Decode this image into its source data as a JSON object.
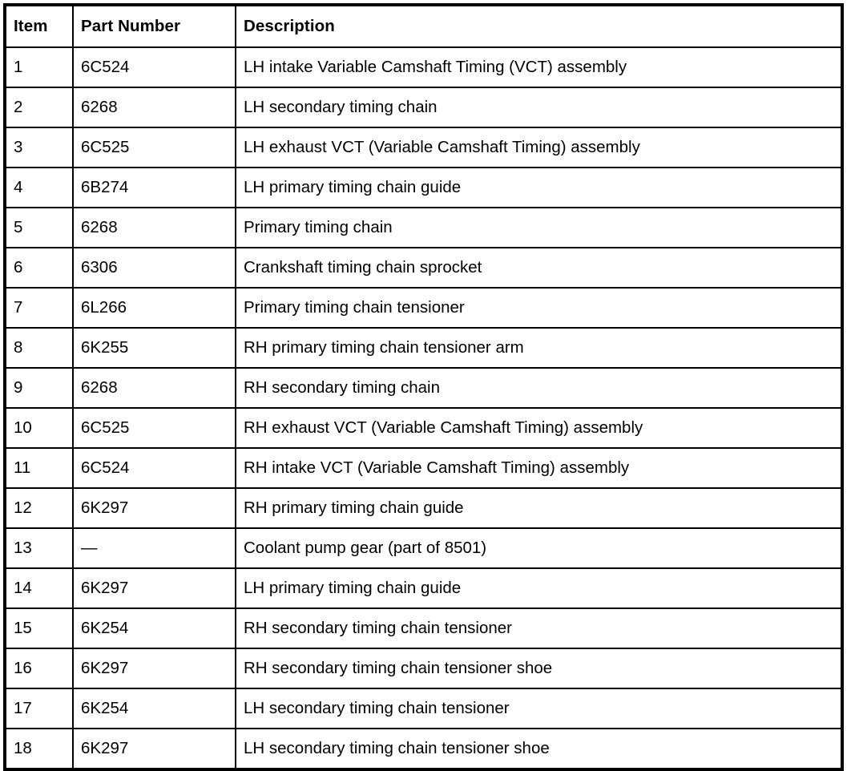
{
  "table": {
    "columns": [
      {
        "key": "item",
        "label": "Item"
      },
      {
        "key": "part_number",
        "label": "Part Number"
      },
      {
        "key": "description",
        "label": "Description"
      }
    ],
    "rows": [
      {
        "item": "1",
        "part_number": "6C524",
        "description": "LH intake Variable Camshaft Timing (VCT) assembly"
      },
      {
        "item": "2",
        "part_number": "6268",
        "description": "LH secondary timing chain"
      },
      {
        "item": "3",
        "part_number": "6C525",
        "description": "LH exhaust VCT (Variable Camshaft Timing) assembly"
      },
      {
        "item": "4",
        "part_number": "6B274",
        "description": "LH primary timing chain guide"
      },
      {
        "item": "5",
        "part_number": "6268",
        "description": "Primary timing chain"
      },
      {
        "item": "6",
        "part_number": "6306",
        "description": "Crankshaft timing chain sprocket"
      },
      {
        "item": "7",
        "part_number": "6L266",
        "description": "Primary timing chain tensioner"
      },
      {
        "item": "8",
        "part_number": "6K255",
        "description": "RH primary timing chain tensioner arm"
      },
      {
        "item": "9",
        "part_number": "6268",
        "description": "RH secondary timing chain"
      },
      {
        "item": "10",
        "part_number": "6C525",
        "description": "RH exhaust VCT (Variable Camshaft Timing) assembly"
      },
      {
        "item": "11",
        "part_number": "6C524",
        "description": "RH intake VCT (Variable Camshaft Timing) assembly"
      },
      {
        "item": "12",
        "part_number": "6K297",
        "description": "RH primary timing chain guide"
      },
      {
        "item": "13",
        "part_number": "—",
        "description": "Coolant pump gear (part of 8501)"
      },
      {
        "item": "14",
        "part_number": "6K297",
        "description": "LH primary timing chain guide"
      },
      {
        "item": "15",
        "part_number": "6K254",
        "description": "RH secondary timing chain tensioner"
      },
      {
        "item": "16",
        "part_number": "6K297",
        "description": "RH secondary timing chain tensioner shoe"
      },
      {
        "item": "17",
        "part_number": "6K254",
        "description": "LH secondary timing chain tensioner"
      },
      {
        "item": "18",
        "part_number": "6K297",
        "description": "LH secondary timing chain tensioner shoe"
      }
    ]
  },
  "colors": {
    "border": "#000000",
    "text": "#000000",
    "background": "#ffffff"
  }
}
